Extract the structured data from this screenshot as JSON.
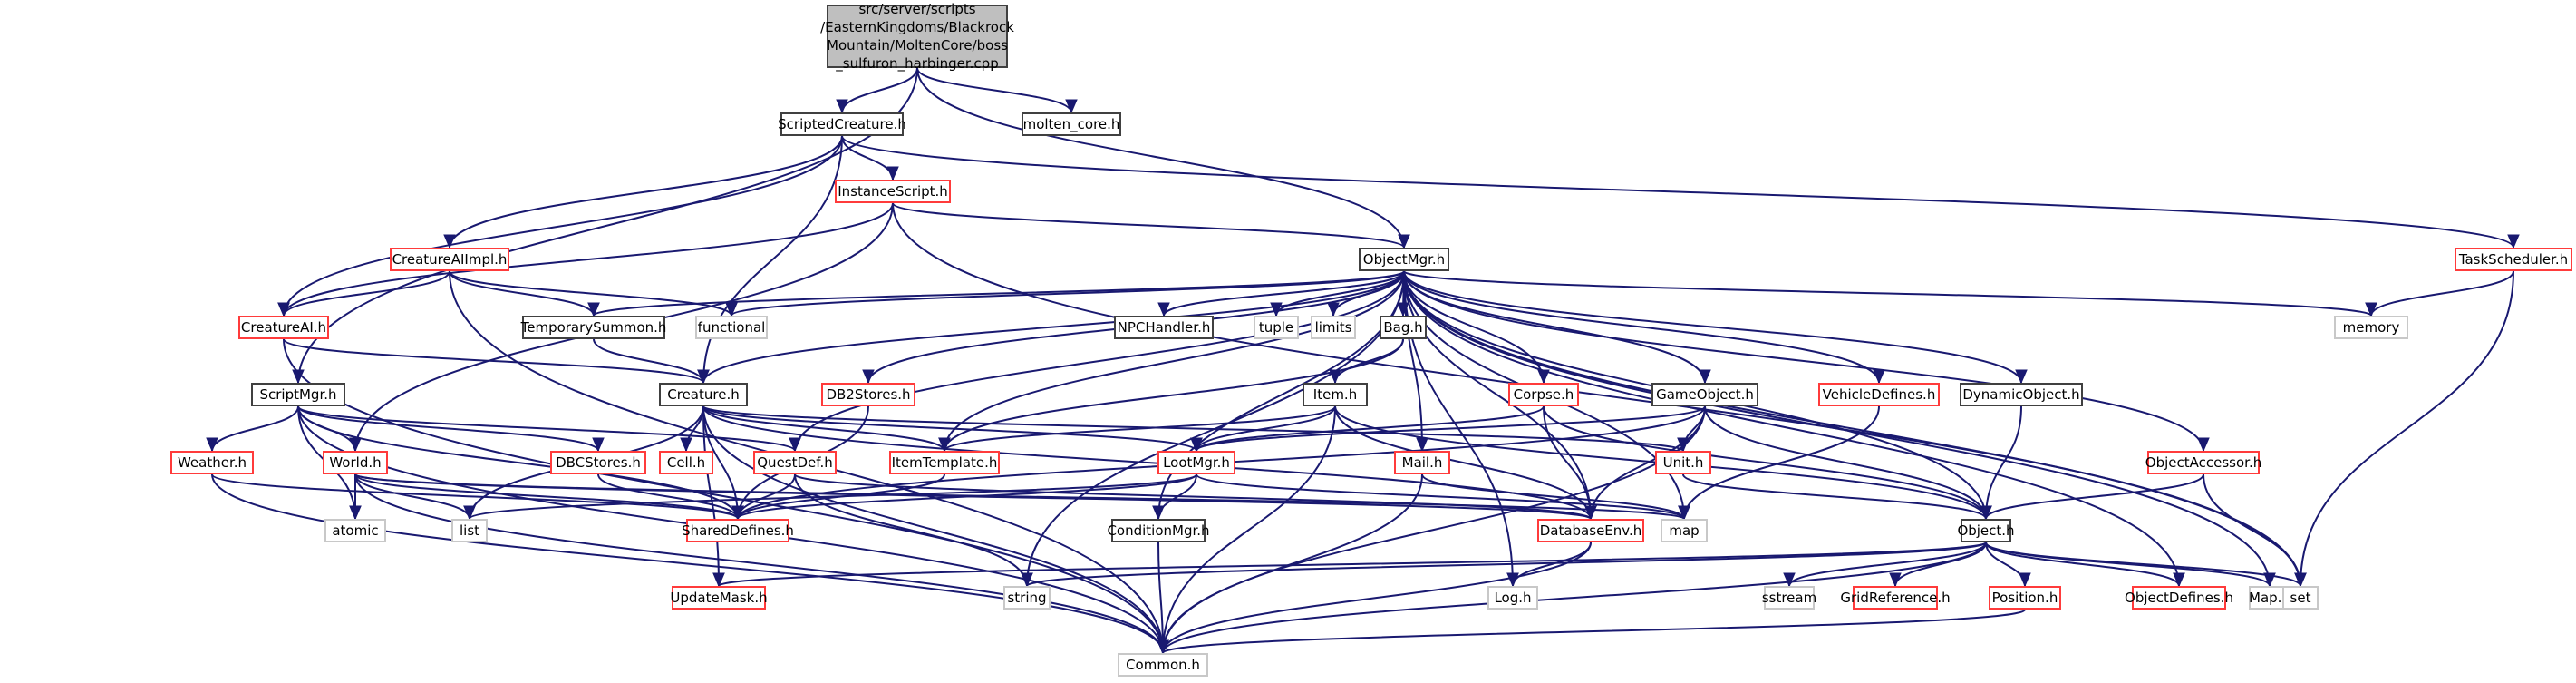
{
  "graph": {
    "title": "Include dependency graph",
    "root": {
      "id": "root",
      "label": "src/server/scripts\n/EasternKingdoms/Blackrock\nMountain/MoltenCore/boss\n_sulfuron_harbinger.cpp",
      "style": "root"
    },
    "nodes": [
      {
        "id": "ScriptedCreature",
        "label": "ScriptedCreature.h",
        "style": "black"
      },
      {
        "id": "molten_core",
        "label": "molten_core.h",
        "style": "black"
      },
      {
        "id": "InstanceScript",
        "label": "InstanceScript.h",
        "style": "red"
      },
      {
        "id": "TaskScheduler",
        "label": "TaskScheduler.h",
        "style": "red"
      },
      {
        "id": "CreatureAIImpl",
        "label": "CreatureAIImpl.h",
        "style": "red"
      },
      {
        "id": "ObjectMgr",
        "label": "ObjectMgr.h",
        "style": "black"
      },
      {
        "id": "memory",
        "label": "memory",
        "style": "gray"
      },
      {
        "id": "CreatureAI",
        "label": "CreatureAI.h",
        "style": "red"
      },
      {
        "id": "TemporarySummon",
        "label": "TemporarySummon.h",
        "style": "black"
      },
      {
        "id": "functional",
        "label": "functional",
        "style": "gray"
      },
      {
        "id": "NPCHandler",
        "label": "NPCHandler.h",
        "style": "black"
      },
      {
        "id": "tuple",
        "label": "tuple",
        "style": "gray"
      },
      {
        "id": "limits",
        "label": "limits",
        "style": "gray"
      },
      {
        "id": "Bag",
        "label": "Bag.h",
        "style": "black"
      },
      {
        "id": "ScriptMgr",
        "label": "ScriptMgr.h",
        "style": "black"
      },
      {
        "id": "Creature",
        "label": "Creature.h",
        "style": "black"
      },
      {
        "id": "DB2Stores",
        "label": "DB2Stores.h",
        "style": "red"
      },
      {
        "id": "Item",
        "label": "Item.h",
        "style": "black"
      },
      {
        "id": "Corpse",
        "label": "Corpse.h",
        "style": "red"
      },
      {
        "id": "GameObject",
        "label": "GameObject.h",
        "style": "black"
      },
      {
        "id": "VehicleDefines",
        "label": "VehicleDefines.h",
        "style": "red"
      },
      {
        "id": "DynamicObject",
        "label": "DynamicObject.h",
        "style": "black"
      },
      {
        "id": "Weather",
        "label": "Weather.h",
        "style": "red"
      },
      {
        "id": "World",
        "label": "World.h",
        "style": "red"
      },
      {
        "id": "DBCStores",
        "label": "DBCStores.h",
        "style": "red"
      },
      {
        "id": "Cell",
        "label": "Cell.h",
        "style": "red"
      },
      {
        "id": "QuestDef",
        "label": "QuestDef.h",
        "style": "red"
      },
      {
        "id": "ItemTemplate",
        "label": "ItemTemplate.h",
        "style": "red"
      },
      {
        "id": "LootMgr",
        "label": "LootMgr.h",
        "style": "red"
      },
      {
        "id": "Mail",
        "label": "Mail.h",
        "style": "red"
      },
      {
        "id": "Unit",
        "label": "Unit.h",
        "style": "red"
      },
      {
        "id": "ObjectAccessor",
        "label": "ObjectAccessor.h",
        "style": "red"
      },
      {
        "id": "atomic",
        "label": "atomic",
        "style": "gray"
      },
      {
        "id": "list",
        "label": "list",
        "style": "gray"
      },
      {
        "id": "SharedDefines",
        "label": "SharedDefines.h",
        "style": "red"
      },
      {
        "id": "ConditionMgr",
        "label": "ConditionMgr.h",
        "style": "black"
      },
      {
        "id": "DatabaseEnv",
        "label": "DatabaseEnv.h",
        "style": "red"
      },
      {
        "id": "map",
        "label": "map",
        "style": "gray"
      },
      {
        "id": "Object",
        "label": "Object.h",
        "style": "black"
      },
      {
        "id": "UpdateMask",
        "label": "UpdateMask.h",
        "style": "red"
      },
      {
        "id": "string",
        "label": "string",
        "style": "gray"
      },
      {
        "id": "Log",
        "label": "Log.h",
        "style": "gray"
      },
      {
        "id": "sstream",
        "label": "sstream",
        "style": "gray"
      },
      {
        "id": "GridReference",
        "label": "GridReference.h",
        "style": "red"
      },
      {
        "id": "Position",
        "label": "Position.h",
        "style": "red"
      },
      {
        "id": "ObjectDefines",
        "label": "ObjectDefines.h",
        "style": "red"
      },
      {
        "id": "MapH",
        "label": "Map.h",
        "style": "gray"
      },
      {
        "id": "set",
        "label": "set",
        "style": "gray"
      },
      {
        "id": "Common",
        "label": "Common.h",
        "style": "gray"
      }
    ],
    "edges": [
      [
        "root",
        "ScriptedCreature"
      ],
      [
        "root",
        "molten_core"
      ],
      [
        "root",
        "ObjectMgr"
      ],
      [
        "root",
        "ScriptMgr"
      ],
      [
        "ScriptedCreature",
        "InstanceScript"
      ],
      [
        "ScriptedCreature",
        "CreatureAIImpl"
      ],
      [
        "ScriptedCreature",
        "CreatureAI"
      ],
      [
        "ScriptedCreature",
        "Creature"
      ],
      [
        "ScriptedCreature",
        "TaskScheduler"
      ],
      [
        "InstanceScript",
        "ObjectMgr"
      ],
      [
        "InstanceScript",
        "CreatureAI"
      ],
      [
        "InstanceScript",
        "World"
      ],
      [
        "InstanceScript",
        "set"
      ],
      [
        "TaskScheduler",
        "memory"
      ],
      [
        "TaskScheduler",
        "set"
      ],
      [
        "CreatureAIImpl",
        "CreatureAI"
      ],
      [
        "CreatureAIImpl",
        "TemporarySummon"
      ],
      [
        "CreatureAIImpl",
        "functional"
      ],
      [
        "CreatureAIImpl",
        "Common"
      ],
      [
        "CreatureAI",
        "Creature"
      ],
      [
        "CreatureAI",
        "Common"
      ],
      [
        "TemporarySummon",
        "Creature"
      ],
      [
        "ObjectMgr",
        "functional"
      ],
      [
        "ObjectMgr",
        "TemporarySummon"
      ],
      [
        "ObjectMgr",
        "NPCHandler"
      ],
      [
        "ObjectMgr",
        "tuple"
      ],
      [
        "ObjectMgr",
        "limits"
      ],
      [
        "ObjectMgr",
        "Bag"
      ],
      [
        "ObjectMgr",
        "memory"
      ],
      [
        "ObjectMgr",
        "Creature"
      ],
      [
        "ObjectMgr",
        "DB2Stores"
      ],
      [
        "ObjectMgr",
        "QuestDef"
      ],
      [
        "ObjectMgr",
        "ItemTemplate"
      ],
      [
        "ObjectMgr",
        "string"
      ],
      [
        "ObjectMgr",
        "ConditionMgr"
      ],
      [
        "ObjectMgr",
        "Mail"
      ],
      [
        "ObjectMgr",
        "Log"
      ],
      [
        "ObjectMgr",
        "Corpse"
      ],
      [
        "ObjectMgr",
        "DatabaseEnv"
      ],
      [
        "ObjectMgr",
        "GameObject"
      ],
      [
        "ObjectMgr",
        "map"
      ],
      [
        "ObjectMgr",
        "VehicleDefines"
      ],
      [
        "ObjectMgr",
        "DynamicObject"
      ],
      [
        "ObjectMgr",
        "Object"
      ],
      [
        "ObjectMgr",
        "ObjectAccessor"
      ],
      [
        "ObjectMgr",
        "ObjectDefines"
      ],
      [
        "ObjectMgr",
        "MapH"
      ],
      [
        "ObjectMgr",
        "set"
      ],
      [
        "Bag",
        "Item"
      ],
      [
        "Bag",
        "ItemTemplate"
      ],
      [
        "ScriptMgr",
        "Weather"
      ],
      [
        "ScriptMgr",
        "World"
      ],
      [
        "ScriptMgr",
        "DBCStores"
      ],
      [
        "ScriptMgr",
        "QuestDef"
      ],
      [
        "ScriptMgr",
        "SharedDefines"
      ],
      [
        "ScriptMgr",
        "atomic"
      ],
      [
        "ScriptMgr",
        "Common"
      ],
      [
        "Creature",
        "Cell"
      ],
      [
        "Creature",
        "ItemTemplate"
      ],
      [
        "Creature",
        "LootMgr"
      ],
      [
        "Creature",
        "Unit"
      ],
      [
        "Creature",
        "DatabaseEnv"
      ],
      [
        "Creature",
        "list"
      ],
      [
        "Creature",
        "UpdateMask"
      ],
      [
        "Creature",
        "Common"
      ],
      [
        "Creature",
        "SharedDefines"
      ],
      [
        "DB2Stores",
        "SharedDefines"
      ],
      [
        "Item",
        "LootMgr"
      ],
      [
        "Item",
        "ItemTemplate"
      ],
      [
        "Item",
        "Object"
      ],
      [
        "Item",
        "DatabaseEnv"
      ],
      [
        "Item",
        "Common"
      ],
      [
        "Corpse",
        "Object"
      ],
      [
        "Corpse",
        "DatabaseEnv"
      ],
      [
        "Corpse",
        "LootMgr"
      ],
      [
        "GameObject",
        "Unit"
      ],
      [
        "GameObject",
        "Object"
      ],
      [
        "GameObject",
        "LootMgr"
      ],
      [
        "GameObject",
        "DatabaseEnv"
      ],
      [
        "GameObject",
        "SharedDefines"
      ],
      [
        "GameObject",
        "Common"
      ],
      [
        "VehicleDefines",
        "map"
      ],
      [
        "DynamicObject",
        "Object"
      ],
      [
        "Weather",
        "SharedDefines"
      ],
      [
        "Weather",
        "Common"
      ],
      [
        "World",
        "atomic"
      ],
      [
        "World",
        "list"
      ],
      [
        "World",
        "SharedDefines"
      ],
      [
        "World",
        "map"
      ],
      [
        "World",
        "DatabaseEnv"
      ],
      [
        "World",
        "Common"
      ],
      [
        "DBCStores",
        "SharedDefines"
      ],
      [
        "QuestDef",
        "SharedDefines"
      ],
      [
        "QuestDef",
        "DatabaseEnv"
      ],
      [
        "QuestDef",
        "string"
      ],
      [
        "ItemTemplate",
        "SharedDefines"
      ],
      [
        "LootMgr",
        "ConditionMgr"
      ],
      [
        "LootMgr",
        "SharedDefines"
      ],
      [
        "LootMgr",
        "map"
      ],
      [
        "LootMgr",
        "list"
      ],
      [
        "Mail",
        "map"
      ],
      [
        "Mail",
        "Common"
      ],
      [
        "Unit",
        "Object"
      ],
      [
        "ObjectAccessor",
        "Object"
      ],
      [
        "ObjectAccessor",
        "set"
      ],
      [
        "ConditionMgr",
        "Common"
      ],
      [
        "DatabaseEnv",
        "Log"
      ],
      [
        "DatabaseEnv",
        "Common"
      ],
      [
        "Object",
        "UpdateMask"
      ],
      [
        "Object",
        "string"
      ],
      [
        "Object",
        "sstream"
      ],
      [
        "Object",
        "GridReference"
      ],
      [
        "Object",
        "Position"
      ],
      [
        "Object",
        "ObjectDefines"
      ],
      [
        "Object",
        "MapH"
      ],
      [
        "Object",
        "set"
      ],
      [
        "Object",
        "Common"
      ],
      [
        "Position",
        "Common"
      ]
    ]
  }
}
